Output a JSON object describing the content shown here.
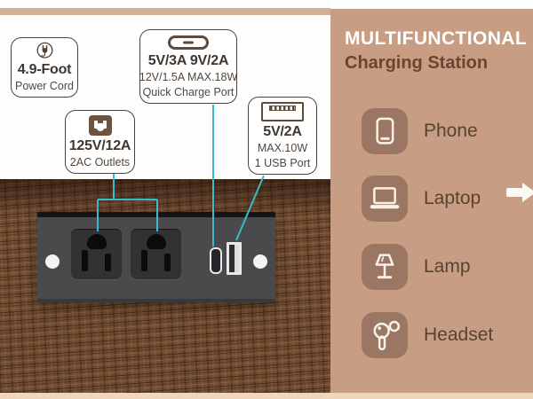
{
  "callouts": [
    {
      "icon": "plug-icon",
      "title": "4.9-Foot",
      "line1": "Power Cord"
    },
    {
      "icon": "usb-c-icon",
      "title": "5V/3A 9V/2A",
      "line1": "12V/1.5A MAX.18W",
      "line2": "Quick Charge Port"
    },
    {
      "icon": "ac-outlet-icon",
      "title": "125V/12A",
      "line1": "2AC Outlets"
    },
    {
      "icon": "usb-a-icon",
      "title": "5V/2A",
      "line1": "MAX.10W",
      "line2": "1 USB Port"
    }
  ],
  "panel": {
    "title": "MULTIFUNCTIONAL",
    "subtitle": "Charging Station",
    "items": [
      {
        "label": "Phone",
        "icon": "phone-icon"
      },
      {
        "label": "Laptop",
        "icon": "laptop-icon"
      },
      {
        "label": "Lamp",
        "icon": "lamp-icon"
      },
      {
        "label": "Headset",
        "icon": "headset-icon"
      }
    ]
  },
  "hardware": {
    "ac_outlets": 2,
    "usb_c_ports": 1,
    "usb_a_ports": 1
  },
  "colors": {
    "accent_cyan": "#38bccb",
    "panel_tan": "#c79e84",
    "topbar_tan": "#d4ae93",
    "wood_brown": "#6f4b31",
    "strip_gray": "#4a4a4d",
    "tile_brown": "#9b7763",
    "title_white": "#ffffff",
    "subtitle_brown": "#6b4530",
    "callout_text": "#3f372f",
    "bottom_strip": "#f0d6bc"
  }
}
